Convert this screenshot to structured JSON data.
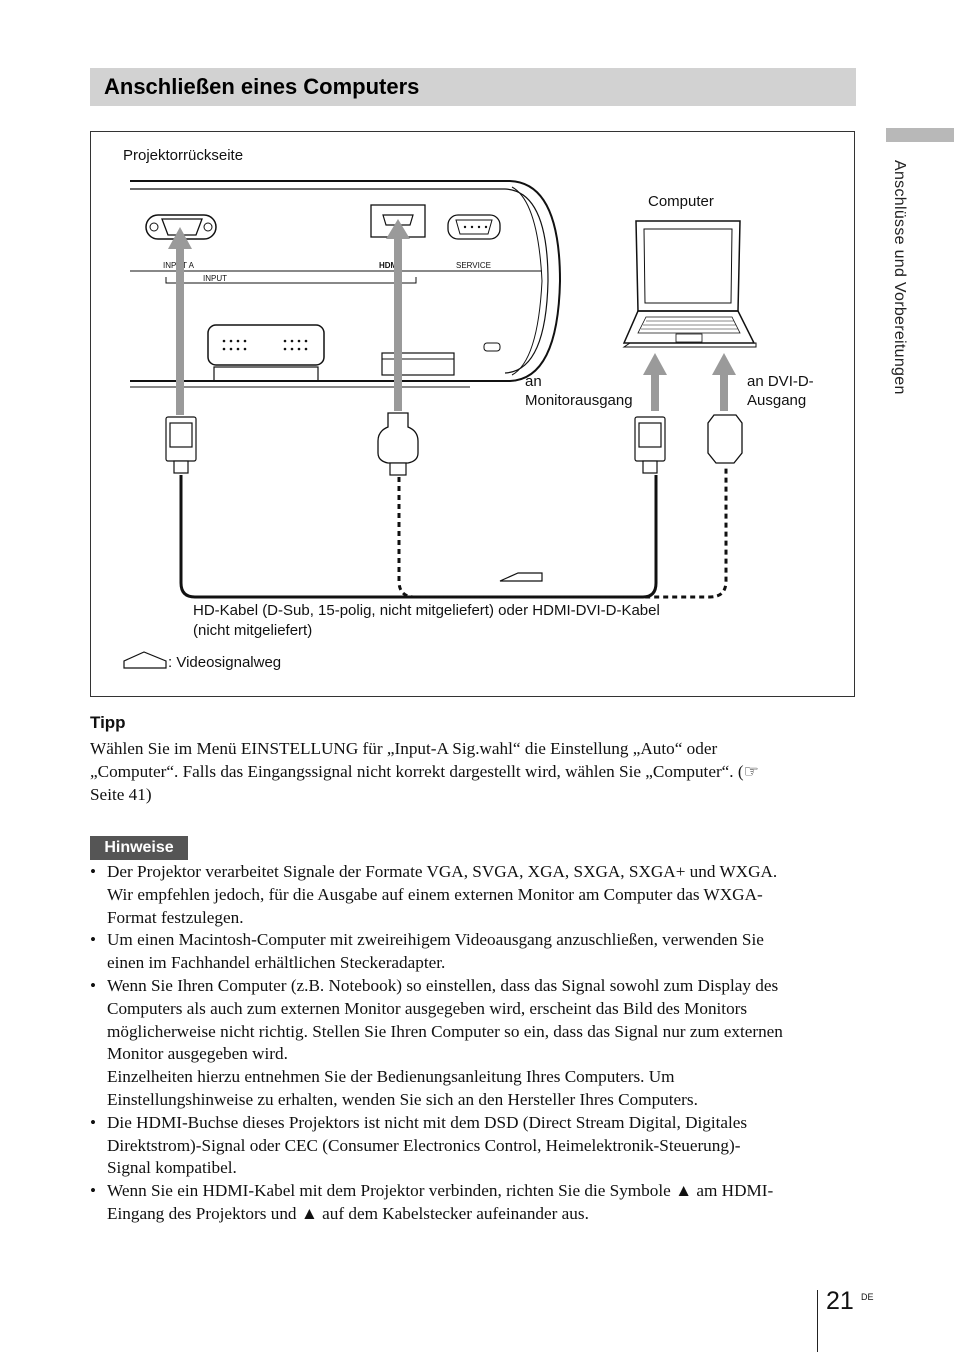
{
  "section": {
    "title": "Anschließen eines Computers"
  },
  "side_label": "Anschlüsse und Vorbereitungen",
  "diagram": {
    "projector_rear": "Projektorrückseite",
    "computer": "Computer",
    "port_input_a": "INPUT A",
    "port_input": "INPUT",
    "port_hdmi": "HDMI",
    "port_service": "SERVICE",
    "monitor_out_line1": "an",
    "monitor_out_line2": "Monitorausgang",
    "dvi_out_line1": "an DVI-D-",
    "dvi_out_line2": "Ausgang",
    "cable_line1": "HD-Kabel (D-Sub, 15-polig, nicht mitgeliefert) oder HDMI-DVI-D-Kabel",
    "cable_line2": "(nicht mitgeliefert)",
    "legend": ": Videosignalweg"
  },
  "tip": {
    "heading": "Tipp",
    "line1": "Wählen Sie im Menü EINSTELLUNG für „Input-A Sig.wahl“ die Einstellung „Auto“ oder",
    "line2": "„Computer“. Falls das Eingangssignal nicht korrekt dargestellt wird, wählen Sie „Computer“. (☞",
    "line3": "Seite 41)"
  },
  "notes": {
    "badge": "Hinweise",
    "n1": [
      "Der Projektor verarbeitet Signale der Formate VGA, SVGA, XGA, SXGA, SXGA+ und WXGA.",
      "Wir empfehlen jedoch, für die Ausgabe auf einem externen Monitor am Computer das WXGA-",
      "Format festzulegen."
    ],
    "n2": [
      "Um einen Macintosh-Computer mit zweireihigem Videoausgang anzuschließen, verwenden Sie",
      "einen im Fachhandel erhältlichen Steckeradapter."
    ],
    "n3": [
      "Wenn Sie Ihren Computer (z.B. Notebook) so einstellen, dass das Signal sowohl zum Display des",
      "Computers als auch zum externen Monitor ausgegeben wird, erscheint das Bild des Monitors",
      "möglicherweise nicht richtig. Stellen Sie Ihren Computer so ein, dass das Signal nur zum externen",
      "Monitor ausgegeben wird.",
      "Einzelheiten hierzu entnehmen Sie der Bedienungsanleitung Ihres Computers. Um",
      "Einstellungshinweise zu erhalten, wenden Sie sich an den Hersteller Ihres Computers."
    ],
    "n4": [
      "Die HDMI-Buchse dieses Projektors ist nicht mit dem DSD (Direct Stream Digital, Digitales",
      "Direktstrom)-Signal oder CEC (Consumer Electronics Control, Heimelektronik-Steuerung)-",
      "Signal kompatibel."
    ],
    "n5": [
      "Wenn Sie ein HDMI-Kabel mit dem Projektor verbinden, richten Sie die Symbole ▲ am HDMI-",
      "Eingang des Projektors und ▲ auf dem Kabelstecker aufeinander aus."
    ]
  },
  "page": {
    "number": "21",
    "lang": "DE"
  }
}
